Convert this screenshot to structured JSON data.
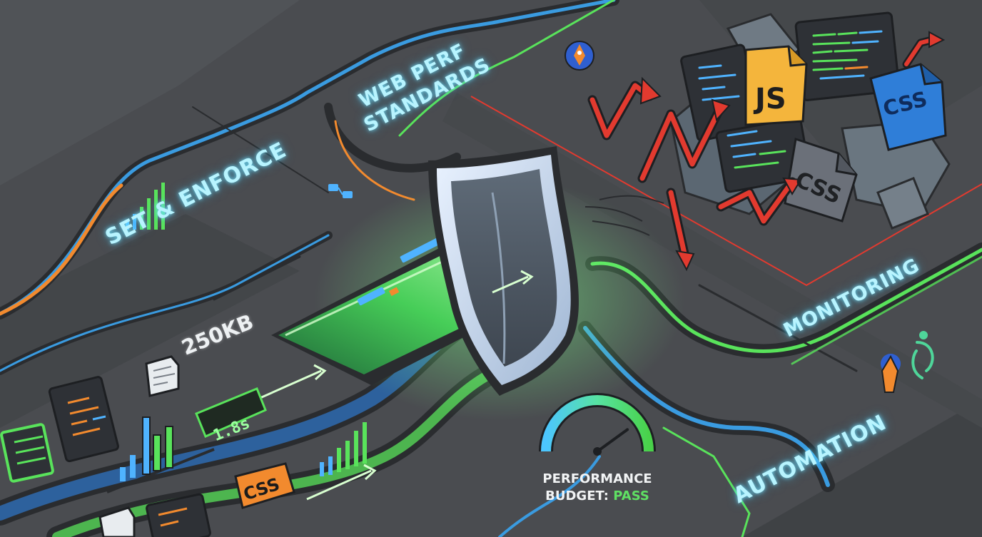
{
  "labels": {
    "set_enforce": "SET & ENFORCE",
    "web_perf_line1": "WEB PERF",
    "web_perf_line2": "STANDARDS",
    "monitoring": "MONITORING",
    "automation": "AUTOMATION",
    "size_budget": "250KB",
    "time_budget": "1.8s"
  },
  "file_labels": {
    "js": "JS",
    "css_blue": "CSS",
    "css_gray": "CSS",
    "css_orange": "CSS"
  },
  "gauge": {
    "line1": "PERFORMANCE",
    "line2_prefix": "BUDGET: ",
    "status": "PASS",
    "level": 0.8
  },
  "colors": {
    "background": "#4a4c50",
    "neon_green": "#59e35b",
    "neon_blue": "#3a9be0",
    "warning_red": "#e23a2f",
    "accent_orange": "#f28a2e",
    "js_yellow": "#f4b53c",
    "css_blue": "#2f7ed8"
  },
  "icons": [
    "shield-icon",
    "gauge-icon",
    "rocket-icon",
    "bar-chart-icon",
    "document-icon",
    "code-window-icon",
    "table-icon",
    "network-icon"
  ]
}
